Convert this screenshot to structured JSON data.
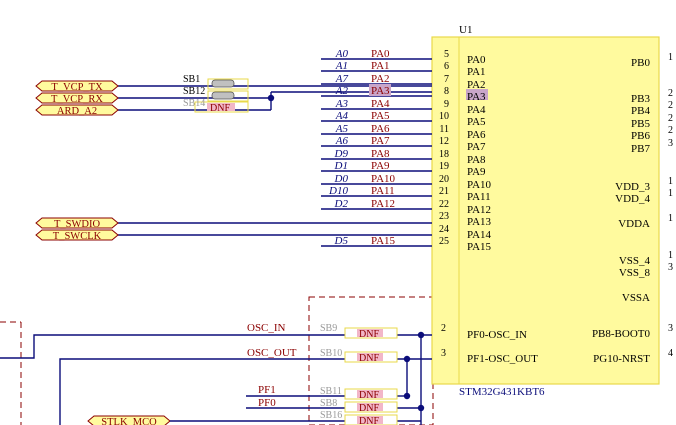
{
  "ic": {
    "ref": "U1",
    "part": "STM32G431KBT6",
    "body_color": "#fffa9e",
    "border_color": "#e8d94a"
  },
  "left_pins": [
    {
      "num": "5",
      "name": "PA0",
      "net_label": "A0",
      "net_name": "PA0"
    },
    {
      "num": "6",
      "name": "PA1",
      "net_label": "A1",
      "net_name": "PA1"
    },
    {
      "num": "7",
      "name": "PA2",
      "net_label": "A7",
      "net_name": "PA2"
    },
    {
      "num": "8",
      "name": "PA3",
      "net_label": "A2",
      "net_name": "PA3"
    },
    {
      "num": "9",
      "name": "PA4",
      "net_label": "A3",
      "net_name": "PA4"
    },
    {
      "num": "10",
      "name": "PA5",
      "net_label": "A4",
      "net_name": "PA5"
    },
    {
      "num": "11",
      "name": "PA6",
      "net_label": "A5",
      "net_name": "PA6"
    },
    {
      "num": "12",
      "name": "PA7",
      "net_label": "A6",
      "net_name": "PA7"
    },
    {
      "num": "18",
      "name": "PA8",
      "net_label": "D9",
      "net_name": "PA8"
    },
    {
      "num": "19",
      "name": "PA9",
      "net_label": "D1",
      "net_name": "PA9"
    },
    {
      "num": "20",
      "name": "PA10",
      "net_label": "D0",
      "net_name": "PA10"
    },
    {
      "num": "21",
      "name": "PA11",
      "net_label": "D10",
      "net_name": "PA11"
    },
    {
      "num": "22",
      "name": "PA12",
      "net_label": "D2",
      "net_name": "PA12"
    },
    {
      "num": "23",
      "name": "PA13",
      "net_label": "",
      "net_name": ""
    },
    {
      "num": "24",
      "name": "PA14",
      "net_label": "",
      "net_name": ""
    },
    {
      "num": "25",
      "name": "PA15",
      "net_label": "D5",
      "net_name": "PA15"
    }
  ],
  "osc_pins": [
    {
      "num": "2",
      "name": "PF0-OSC_IN",
      "net": "OSC_IN",
      "sb": "SB9",
      "part": "DNF"
    },
    {
      "num": "3",
      "name": "PF1-OSC_OUT",
      "net": "OSC_OUT",
      "sb": "SB10",
      "part": "DNF"
    }
  ],
  "right_pins": [
    {
      "num": "1",
      "name": "PB0"
    },
    {
      "num": "2",
      "name": "PB3"
    },
    {
      "num": "2",
      "name": "PB4"
    },
    {
      "num": "2",
      "name": "PB5"
    },
    {
      "num": "2",
      "name": "PB6"
    },
    {
      "num": "3",
      "name": "PB7"
    },
    {
      "num": "1",
      "name": "VDD_3"
    },
    {
      "num": "1",
      "name": "VDD_4"
    },
    {
      "num": "1",
      "name": "VDDA"
    },
    {
      "num": "1",
      "name": "VSS_4"
    },
    {
      "num": "3",
      "name": "VSS_8"
    },
    {
      "num": "",
      "name": "VSSA"
    },
    {
      "num": "3",
      "name": "PB8-BOOT0"
    },
    {
      "num": "4",
      "name": "PG10-NRST"
    }
  ],
  "ports": [
    {
      "label": "T_VCP_TX"
    },
    {
      "label": "T_VCP_RX"
    },
    {
      "label": "ARD_A2"
    },
    {
      "label": "T_SWDIO"
    },
    {
      "label": "T_SWCLK"
    },
    {
      "label": "STLK_MCO"
    }
  ],
  "solder_bridges_top": [
    {
      "ref": "SB1",
      "part": ""
    },
    {
      "ref": "SB12",
      "part": ""
    },
    {
      "ref": "SB14",
      "part": "DNF"
    }
  ],
  "pf_nets": [
    {
      "net": "PF1",
      "sb": "SB11",
      "part": "DNF"
    },
    {
      "net": "PF0",
      "sb": "SB8",
      "part": "DNF"
    },
    {
      "net": "",
      "sb": "SB16",
      "part": "DNF"
    }
  ],
  "colors": {
    "wire": "#0b0d7a",
    "pin": "#8b0000",
    "dnf_fill": "#f2b6c8",
    "highlight": "#c9a6c9"
  }
}
